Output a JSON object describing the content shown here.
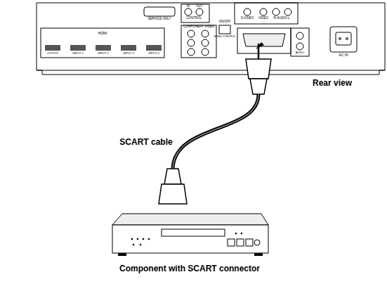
{
  "diagram": {
    "labels": [
      "SERVICE ONLY",
      "IN",
      "OUT",
      "CONTROL",
      "COMPONENT VIDEO",
      "HDMI",
      "OUTPUT",
      "INPUT 1",
      "INPUT 2",
      "INPUT 3",
      "INPUT 4",
      "ON/OFF",
      "HDMI CONTROL",
      "S-VIDEO",
      "VIDEO",
      "R-AUDIO-L",
      "AUDIO",
      "AC IN",
      "Rear view",
      "SCART cable",
      "Component with SCART connector"
    ]
  }
}
